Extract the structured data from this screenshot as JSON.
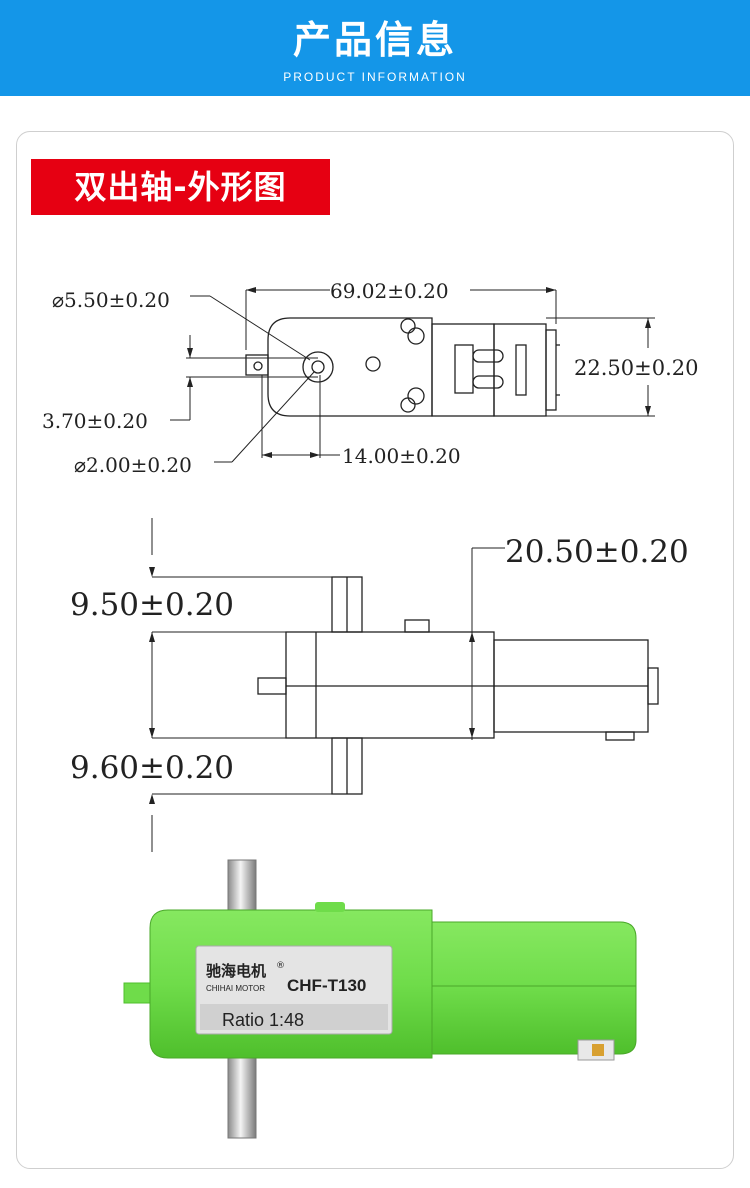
{
  "header": {
    "title": "产品信息",
    "subtitle": "PRODUCT INFORMATION"
  },
  "section": {
    "title": "双出轴-外形图"
  },
  "top_view": {
    "dims": {
      "shaft_dia": "⌀5.50±0.20",
      "length": "69.02±0.20",
      "height": "22.50±0.20",
      "offset": "3.70±0.20",
      "center_dist": "14.00±0.20",
      "hole_dia": "⌀2.00±0.20"
    }
  },
  "side_view": {
    "dims": {
      "body_thickness": "20.50±0.20",
      "upper_shaft": "9.50±0.20",
      "lower_shaft": "9.60±0.20"
    }
  },
  "photo": {
    "label_brand_cn": "驰海电机",
    "label_registered": "®",
    "label_brand_en": "CHIHAI MOTOR",
    "label_model": "CHF-T130",
    "label_ratio": "Ratio 1:48"
  },
  "colors": {
    "header_bg": "#1496e8",
    "tag_bg": "#e60012",
    "motor_green": "#6fdc4a"
  }
}
